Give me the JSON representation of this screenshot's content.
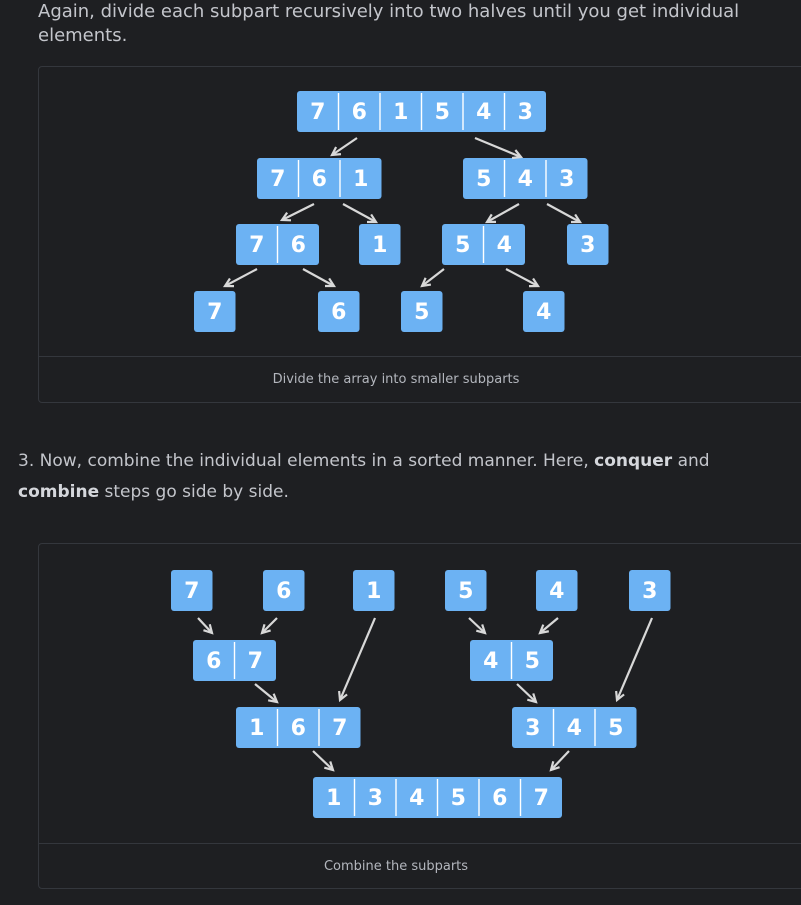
{
  "intro_text": "Again, divide each subpart recursively into two halves until you get individual elements.",
  "divide_figure": {
    "caption": "Divide the array into smaller subparts",
    "arrays": [
      {
        "name": "array-761543",
        "values": [
          "7",
          "6",
          "1",
          "5",
          "4",
          "3"
        ]
      },
      {
        "name": "array-761",
        "values": [
          "7",
          "6",
          "1"
        ]
      },
      {
        "name": "array-543",
        "values": [
          "5",
          "4",
          "3"
        ]
      },
      {
        "name": "array-76",
        "values": [
          "7",
          "6"
        ]
      },
      {
        "name": "array-1",
        "values": [
          "1"
        ]
      },
      {
        "name": "array-54",
        "values": [
          "5",
          "4"
        ]
      },
      {
        "name": "array-3",
        "values": [
          "3"
        ]
      },
      {
        "name": "array-7",
        "values": [
          "7"
        ]
      },
      {
        "name": "array-6",
        "values": [
          "6"
        ]
      },
      {
        "name": "array-5",
        "values": [
          "5"
        ]
      },
      {
        "name": "array-4",
        "values": [
          "4"
        ]
      }
    ]
  },
  "step": {
    "number": "3.",
    "text_before": "Now, combine the individual elements in a sorted manner. Here, ",
    "bold1": "conquer",
    "text_mid": " and ",
    "bold2": "combine",
    "text_after": " steps go side by side."
  },
  "combine_figure": {
    "caption": "Combine the subparts",
    "arrays": [
      {
        "name": "array-7",
        "values": [
          "7"
        ]
      },
      {
        "name": "array-6",
        "values": [
          "6"
        ]
      },
      {
        "name": "array-1",
        "values": [
          "1"
        ]
      },
      {
        "name": "array-5",
        "values": [
          "5"
        ]
      },
      {
        "name": "array-4",
        "values": [
          "4"
        ]
      },
      {
        "name": "array-3",
        "values": [
          "3"
        ]
      },
      {
        "name": "array-67",
        "values": [
          "6",
          "7"
        ]
      },
      {
        "name": "array-45",
        "values": [
          "4",
          "5"
        ]
      },
      {
        "name": "array-167",
        "values": [
          "1",
          "6",
          "7"
        ]
      },
      {
        "name": "array-345",
        "values": [
          "3",
          "4",
          "5"
        ]
      },
      {
        "name": "array-134567",
        "values": [
          "1",
          "3",
          "4",
          "5",
          "6",
          "7"
        ]
      }
    ]
  },
  "colors": {
    "cell": "#6cb2f3",
    "arrow": "#d8d8d8",
    "background": "#1e1f22",
    "border": "#34373d"
  }
}
